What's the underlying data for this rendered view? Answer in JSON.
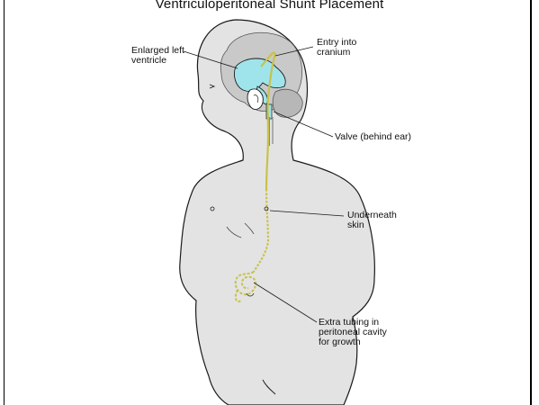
{
  "title": "Ventriculoperitoneal Shunt Placement",
  "labels": {
    "ventricle": "Enlarged left\nventricle",
    "entry": "Entry into\ncranium",
    "valve": "Valve (behind ear)",
    "skin": "Underneath\nskin",
    "tubing": "Extra tubing in\nperitoneal cavity\nfor growth"
  },
  "colors": {
    "body_fill": "#e3e3e3",
    "brain_fill": "#c9c9c9",
    "ventricle_fill": "#9fe4ea",
    "tube": "#c8c24a",
    "outline": "#1a1a1a"
  }
}
